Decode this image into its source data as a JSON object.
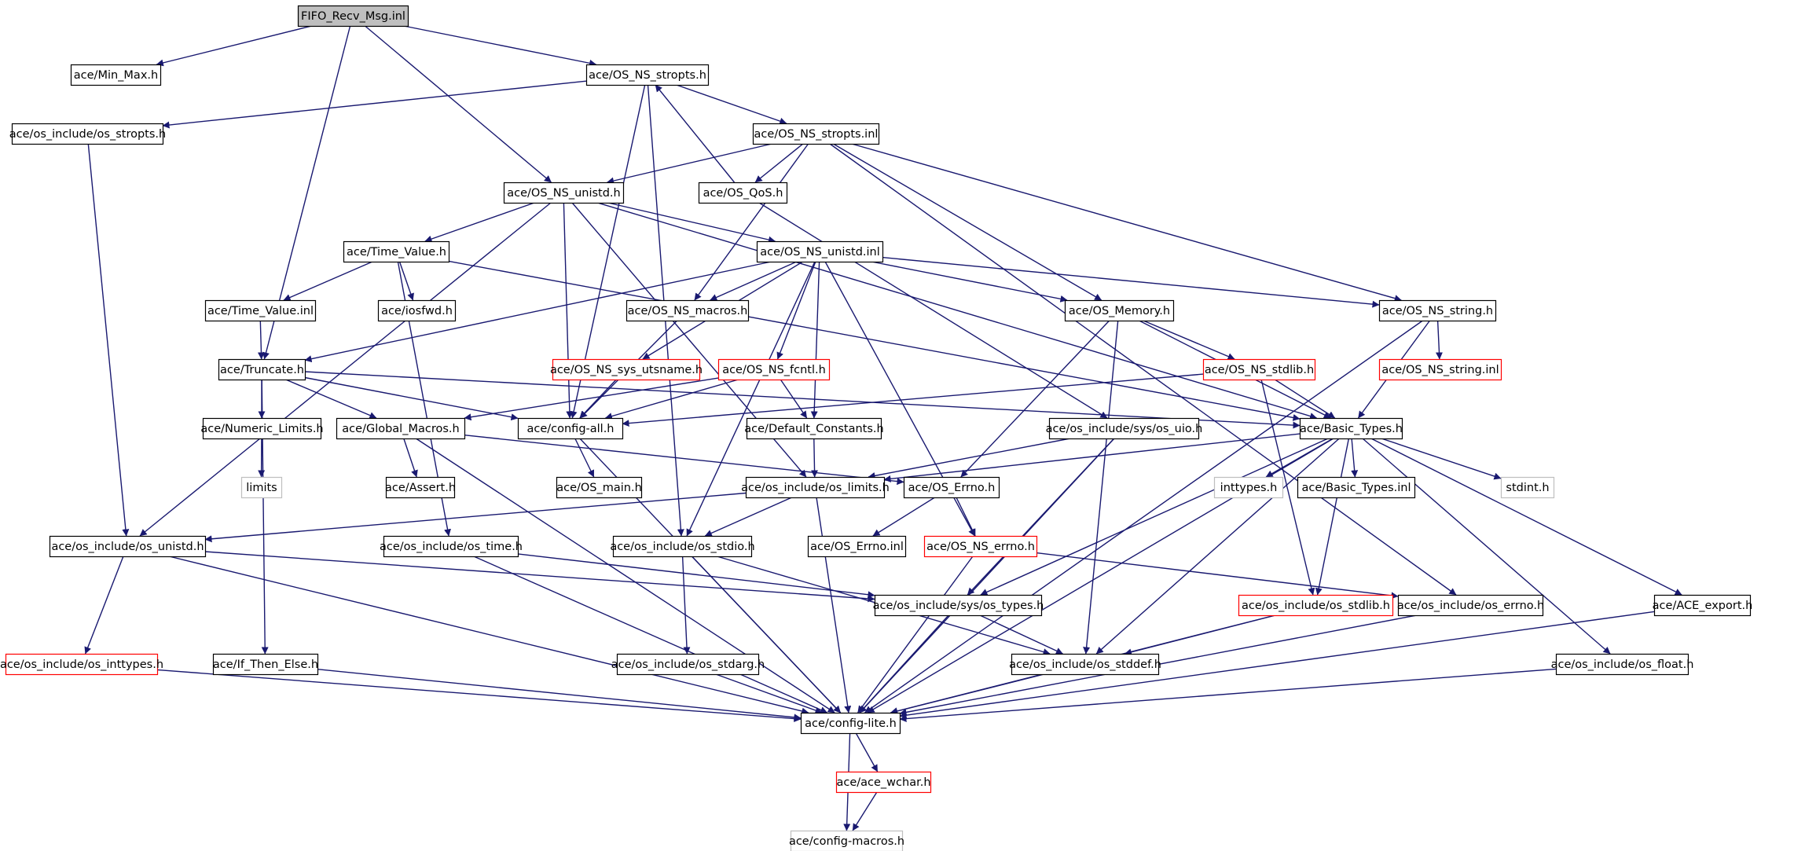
{
  "graph_title": "FIFO_Recv_Msg.inl",
  "style": {
    "edge_color": "#191970",
    "box_border": "#000000",
    "root_fill": "#bfbfbf",
    "missing_border": "#ff0000",
    "external_border": "#bfbfbf"
  },
  "nodes": [
    {
      "id": "root",
      "label": "FIFO_Recv_Msg.inl",
      "kind": "root"
    },
    {
      "id": "min_max",
      "label": "ace/Min_Max.h",
      "kind": "normal"
    },
    {
      "id": "os_ns_stropts_h",
      "label": "ace/OS_NS_stropts.h",
      "kind": "normal"
    },
    {
      "id": "os_include_stropts",
      "label": "ace/os_include/os_stropts.h",
      "kind": "normal"
    },
    {
      "id": "os_ns_stropts_inl",
      "label": "ace/OS_NS_stropts.inl",
      "kind": "normal"
    },
    {
      "id": "os_ns_unistd_h",
      "label": "ace/OS_NS_unistd.h",
      "kind": "normal"
    },
    {
      "id": "os_qos",
      "label": "ace/OS_QoS.h",
      "kind": "normal"
    },
    {
      "id": "time_value_h",
      "label": "ace/Time_Value.h",
      "kind": "normal"
    },
    {
      "id": "os_ns_unistd_inl",
      "label": "ace/OS_NS_unistd.inl",
      "kind": "normal"
    },
    {
      "id": "time_value_inl",
      "label": "ace/Time_Value.inl",
      "kind": "normal"
    },
    {
      "id": "iosfwd",
      "label": "ace/iosfwd.h",
      "kind": "normal"
    },
    {
      "id": "os_ns_macros",
      "label": "ace/OS_NS_macros.h",
      "kind": "normal"
    },
    {
      "id": "os_memory",
      "label": "ace/OS_Memory.h",
      "kind": "normal"
    },
    {
      "id": "os_ns_string_h",
      "label": "ace/OS_NS_string.h",
      "kind": "normal"
    },
    {
      "id": "os_ns_string_inl",
      "label": "ace/OS_NS_string.inl",
      "kind": "missing"
    },
    {
      "id": "truncate",
      "label": "ace/Truncate.h",
      "kind": "normal"
    },
    {
      "id": "sys_utsname",
      "label": "ace/OS_NS_sys_utsname.h",
      "kind": "missing"
    },
    {
      "id": "os_ns_fcntl",
      "label": "ace/OS_NS_fcntl.h",
      "kind": "missing"
    },
    {
      "id": "os_ns_stdlib",
      "label": "ace/OS_NS_stdlib.h",
      "kind": "missing"
    },
    {
      "id": "numeric_limits",
      "label": "ace/Numeric_Limits.h",
      "kind": "normal"
    },
    {
      "id": "global_macros",
      "label": "ace/Global_Macros.h",
      "kind": "normal"
    },
    {
      "id": "config_all",
      "label": "ace/config-all.h",
      "kind": "normal"
    },
    {
      "id": "default_constants",
      "label": "ace/Default_Constants.h",
      "kind": "normal"
    },
    {
      "id": "sys_os_uio",
      "label": "ace/os_include/sys/os_uio.h",
      "kind": "normal"
    },
    {
      "id": "basic_types_h",
      "label": "ace/Basic_Types.h",
      "kind": "normal"
    },
    {
      "id": "limits",
      "label": "limits",
      "kind": "external"
    },
    {
      "id": "assert",
      "label": "ace/Assert.h",
      "kind": "normal"
    },
    {
      "id": "os_main",
      "label": "ace/OS_main.h",
      "kind": "normal"
    },
    {
      "id": "os_limits",
      "label": "ace/os_include/os_limits.h",
      "kind": "normal"
    },
    {
      "id": "os_errno_h",
      "label": "ace/OS_Errno.h",
      "kind": "normal"
    },
    {
      "id": "inttypes",
      "label": "inttypes.h",
      "kind": "external"
    },
    {
      "id": "basic_types_inl",
      "label": "ace/Basic_Types.inl",
      "kind": "normal"
    },
    {
      "id": "stdint",
      "label": "stdint.h",
      "kind": "external"
    },
    {
      "id": "os_unistd",
      "label": "ace/os_include/os_unistd.h",
      "kind": "normal"
    },
    {
      "id": "os_time",
      "label": "ace/os_include/os_time.h",
      "kind": "normal"
    },
    {
      "id": "os_stdio",
      "label": "ace/os_include/os_stdio.h",
      "kind": "normal"
    },
    {
      "id": "os_errno_inl",
      "label": "ace/OS_Errno.inl",
      "kind": "normal"
    },
    {
      "id": "os_ns_errno",
      "label": "ace/OS_NS_errno.h",
      "kind": "missing"
    },
    {
      "id": "sys_types",
      "label": "ace/os_include/sys/os_types.h",
      "kind": "normal"
    },
    {
      "id": "os_stdlib",
      "label": "ace/os_include/os_stdlib.h",
      "kind": "missing"
    },
    {
      "id": "inc_os_errno",
      "label": "ace/os_include/os_errno.h",
      "kind": "normal"
    },
    {
      "id": "ace_export",
      "label": "ace/ACE_export.h",
      "kind": "normal"
    },
    {
      "id": "os_inttypes",
      "label": "ace/os_include/os_inttypes.h",
      "kind": "missing"
    },
    {
      "id": "if_then_else",
      "label": "ace/If_Then_Else.h",
      "kind": "normal"
    },
    {
      "id": "os_stdarg",
      "label": "ace/os_include/os_stdarg.h",
      "kind": "normal"
    },
    {
      "id": "os_stddef",
      "label": "ace/os_include/os_stddef.h",
      "kind": "normal"
    },
    {
      "id": "os_float",
      "label": "ace/os_include/os_float.h",
      "kind": "normal"
    },
    {
      "id": "config_lite",
      "label": "ace/config-lite.h",
      "kind": "normal"
    },
    {
      "id": "ace_wchar",
      "label": "ace/ace_wchar.h",
      "kind": "missing"
    },
    {
      "id": "config_macros",
      "label": "ace/config-macros.h",
      "kind": "external"
    }
  ],
  "edges": [
    [
      "root",
      "min_max"
    ],
    [
      "root",
      "os_ns_stropts_h"
    ],
    [
      "root",
      "os_ns_unistd_h"
    ],
    [
      "root",
      "truncate"
    ],
    [
      "os_ns_stropts_h",
      "os_include_stropts"
    ],
    [
      "os_ns_stropts_h",
      "os_ns_stropts_inl"
    ],
    [
      "os_ns_stropts_h",
      "config_all"
    ],
    [
      "os_ns_stropts_h",
      "os_stdio"
    ],
    [
      "os_include_stropts",
      "os_unistd"
    ],
    [
      "os_ns_stropts_inl",
      "os_ns_unistd_h"
    ],
    [
      "os_ns_stropts_inl",
      "os_qos"
    ],
    [
      "os_ns_stropts_inl",
      "os_ns_macros"
    ],
    [
      "os_ns_stropts_inl",
      "os_memory"
    ],
    [
      "os_ns_stropts_inl",
      "os_ns_string_h"
    ],
    [
      "os_ns_stropts_inl",
      "inc_os_errno"
    ],
    [
      "os_qos",
      "os_ns_stropts_h"
    ],
    [
      "os_qos",
      "sys_os_uio"
    ],
    [
      "os_ns_unistd_h",
      "time_value_h"
    ],
    [
      "os_ns_unistd_h",
      "os_ns_unistd_inl"
    ],
    [
      "os_ns_unistd_h",
      "os_unistd"
    ],
    [
      "os_ns_unistd_h",
      "config_all"
    ],
    [
      "os_ns_unistd_h",
      "basic_types_h"
    ],
    [
      "os_ns_unistd_h",
      "os_limits"
    ],
    [
      "time_value_h",
      "time_value_inl"
    ],
    [
      "time_value_h",
      "iosfwd"
    ],
    [
      "time_value_h",
      "os_time"
    ],
    [
      "time_value_h",
      "basic_types_h"
    ],
    [
      "time_value_inl",
      "truncate"
    ],
    [
      "os_ns_unistd_inl",
      "os_ns_macros"
    ],
    [
      "os_ns_unistd_inl",
      "os_memory"
    ],
    [
      "os_ns_unistd_inl",
      "os_ns_string_h"
    ],
    [
      "os_ns_unistd_inl",
      "truncate"
    ],
    [
      "os_ns_unistd_inl",
      "sys_utsname"
    ],
    [
      "os_ns_unistd_inl",
      "os_ns_fcntl"
    ],
    [
      "os_ns_unistd_inl",
      "default_constants"
    ],
    [
      "os_ns_unistd_inl",
      "os_ns_errno"
    ],
    [
      "os_ns_unistd_inl",
      "os_stdio"
    ],
    [
      "os_ns_macros",
      "config_all"
    ],
    [
      "os_memory",
      "os_ns_stdlib"
    ],
    [
      "os_memory",
      "basic_types_h"
    ],
    [
      "os_memory",
      "os_errno_h"
    ],
    [
      "os_memory",
      "os_stddef"
    ],
    [
      "os_ns_string_h",
      "os_ns_string_inl"
    ],
    [
      "os_ns_string_h",
      "basic_types_h"
    ],
    [
      "os_ns_string_h",
      "config_lite"
    ],
    [
      "truncate",
      "numeric_limits"
    ],
    [
      "truncate",
      "global_macros"
    ],
    [
      "truncate",
      "config_all"
    ],
    [
      "truncate",
      "if_then_else"
    ],
    [
      "truncate",
      "basic_types_h"
    ],
    [
      "sys_utsname",
      "config_all"
    ],
    [
      "os_ns_fcntl",
      "default_constants"
    ],
    [
      "os_ns_fcntl",
      "config_all"
    ],
    [
      "os_ns_fcntl",
      "global_macros"
    ],
    [
      "os_ns_stdlib",
      "basic_types_h"
    ],
    [
      "os_ns_stdlib",
      "config_all"
    ],
    [
      "os_ns_stdlib",
      "os_stdlib"
    ],
    [
      "numeric_limits",
      "limits"
    ],
    [
      "global_macros",
      "assert"
    ],
    [
      "global_macros",
      "os_errno_h"
    ],
    [
      "global_macros",
      "config_lite"
    ],
    [
      "config_all",
      "os_main"
    ],
    [
      "config_all",
      "config_lite"
    ],
    [
      "default_constants",
      "os_limits"
    ],
    [
      "sys_os_uio",
      "os_limits"
    ],
    [
      "sys_os_uio",
      "sys_types"
    ],
    [
      "sys_os_uio",
      "config_lite"
    ],
    [
      "basic_types_h",
      "os_limits"
    ],
    [
      "basic_types_h",
      "inttypes"
    ],
    [
      "basic_types_h",
      "basic_types_inl"
    ],
    [
      "basic_types_h",
      "stdint"
    ],
    [
      "basic_types_h",
      "ace_export"
    ],
    [
      "basic_types_h",
      "sys_types"
    ],
    [
      "basic_types_h",
      "os_stddef"
    ],
    [
      "basic_types_h",
      "os_float"
    ],
    [
      "basic_types_h",
      "os_stdlib"
    ],
    [
      "basic_types_h",
      "config_lite"
    ],
    [
      "os_limits",
      "os_unistd"
    ],
    [
      "os_limits",
      "os_stdio"
    ],
    [
      "os_limits",
      "config_lite"
    ],
    [
      "os_errno_h",
      "os_errno_inl"
    ],
    [
      "os_errno_h",
      "os_ns_errno"
    ],
    [
      "os_unistd",
      "os_inttypes"
    ],
    [
      "os_unistd",
      "sys_types"
    ],
    [
      "os_unistd",
      "config_lite"
    ],
    [
      "os_time",
      "sys_types"
    ],
    [
      "os_time",
      "config_lite"
    ],
    [
      "os_stdio",
      "os_stdarg"
    ],
    [
      "os_stdio",
      "os_stddef"
    ],
    [
      "os_stdio",
      "config_lite"
    ],
    [
      "os_ns_errno",
      "inc_os_errno"
    ],
    [
      "os_ns_errno",
      "config_lite"
    ],
    [
      "sys_types",
      "os_stddef"
    ],
    [
      "sys_types",
      "config_lite"
    ],
    [
      "os_stdlib",
      "os_stddef"
    ],
    [
      "os_stdlib",
      "config_lite"
    ],
    [
      "inc_os_errno",
      "config_lite"
    ],
    [
      "ace_export",
      "config_lite"
    ],
    [
      "os_inttypes",
      "config_lite"
    ],
    [
      "if_then_else",
      "config_lite"
    ],
    [
      "os_stdarg",
      "config_lite"
    ],
    [
      "os_stddef",
      "config_lite"
    ],
    [
      "os_float",
      "config_lite"
    ],
    [
      "config_lite",
      "ace_wchar"
    ],
    [
      "config_lite",
      "config_macros"
    ],
    [
      "ace_wchar",
      "config_macros"
    ]
  ]
}
